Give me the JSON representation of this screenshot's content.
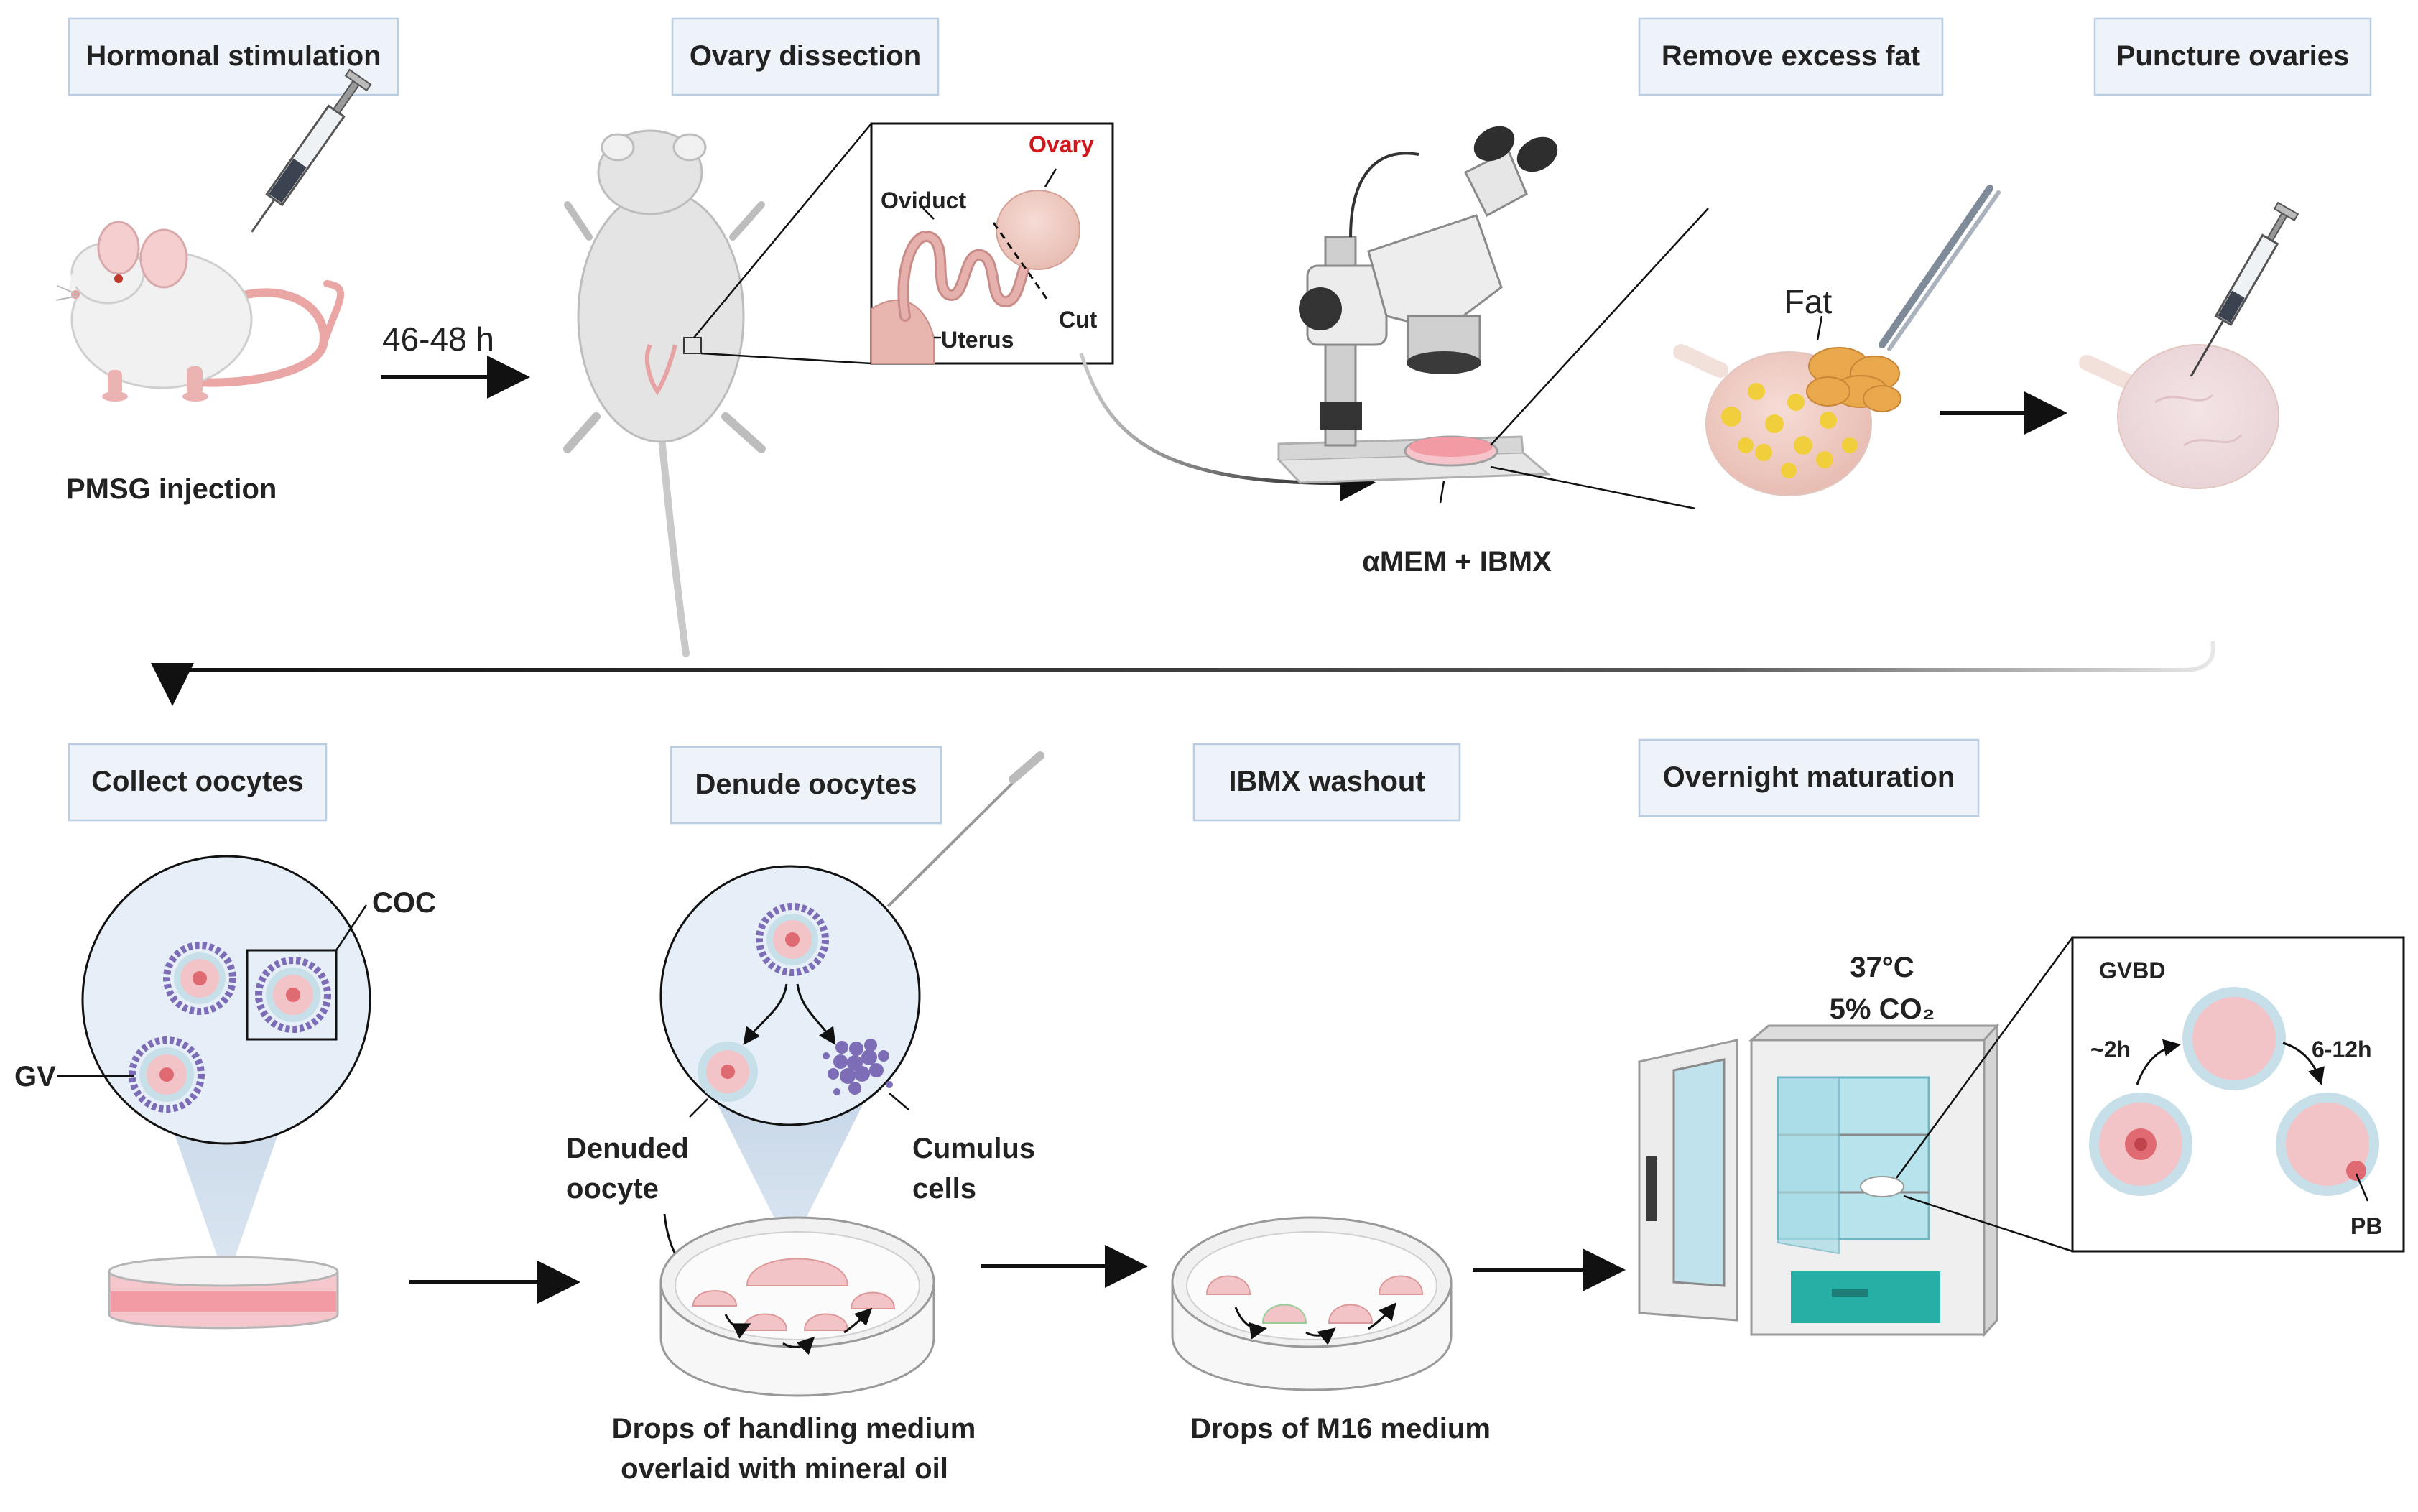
{
  "steps": {
    "hormonal": "Hormonal stimulation",
    "dissection": "Ovary dissection",
    "fat": "Remove excess fat",
    "puncture": "Puncture ovaries",
    "collect": "Collect oocytes",
    "denude": "Denude oocytes",
    "washout": "IBMX washout",
    "maturation": "Overnight maturation"
  },
  "labels": {
    "pmsg": "PMSG injection",
    "time": "46-48 h",
    "ovary": "Ovary",
    "oviduct": "Oviduct",
    "uterus": "Uterus",
    "cut": "Cut",
    "medium": "αMEM + IBMX",
    "fat": "Fat",
    "coc": "COC",
    "gv": "GV",
    "denuded_1": "Denuded",
    "denuded_2": "oocyte",
    "cumulus_1": "Cumulus",
    "cumulus_2": "cells",
    "handling_1": "Drops of handling medium",
    "handling_2": "overlaid with mineral oil",
    "m16": "Drops of M16 medium",
    "temp": "37°C",
    "co2": "5% CO₂",
    "gvbd": "GVBD",
    "t1": "~2h",
    "t2": "6-12h",
    "pb": "PB"
  },
  "colors": {
    "box_fill": "#eef3f9",
    "box_stroke": "#b9cde3",
    "ovary_label": "#d0181c",
    "oocyte_pink": "#f2c4c8",
    "zona": "#c6dfe9",
    "cumulus": "#7d6cb6",
    "incubator_teal": "#27aea5",
    "medium_pink": "#f29ba4"
  }
}
